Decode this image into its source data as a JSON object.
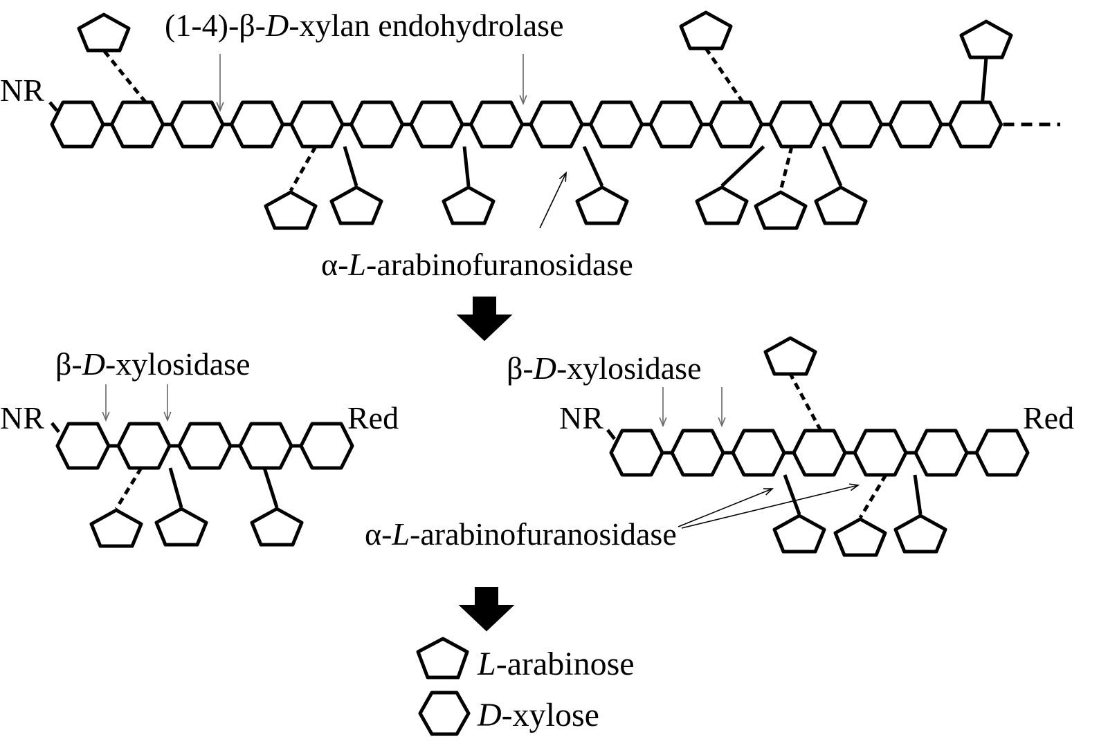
{
  "colors": {
    "ink": "#000000",
    "background": "#ffffff"
  },
  "labels": {
    "endo_prefix": "(1-4)-β-",
    "endo_d": "D",
    "endo_suffix": "-xylan endohydrolase",
    "nr": "NR",
    "red": "Red",
    "alpha_prefix": "α-",
    "alpha_l": "L",
    "alpha_suffix": "-arabinofuranosidase",
    "beta_prefix": "β-",
    "beta_d": "D",
    "beta_suffix": "-xylosidase"
  },
  "legend": {
    "arabinose_italic": "L",
    "arabinose_rest": "-arabinose",
    "arabinose_icon": "pentagon-icon",
    "xylose_italic": "D",
    "xylose_rest": "-xylose",
    "xylose_icon": "hexagon-icon"
  }
}
